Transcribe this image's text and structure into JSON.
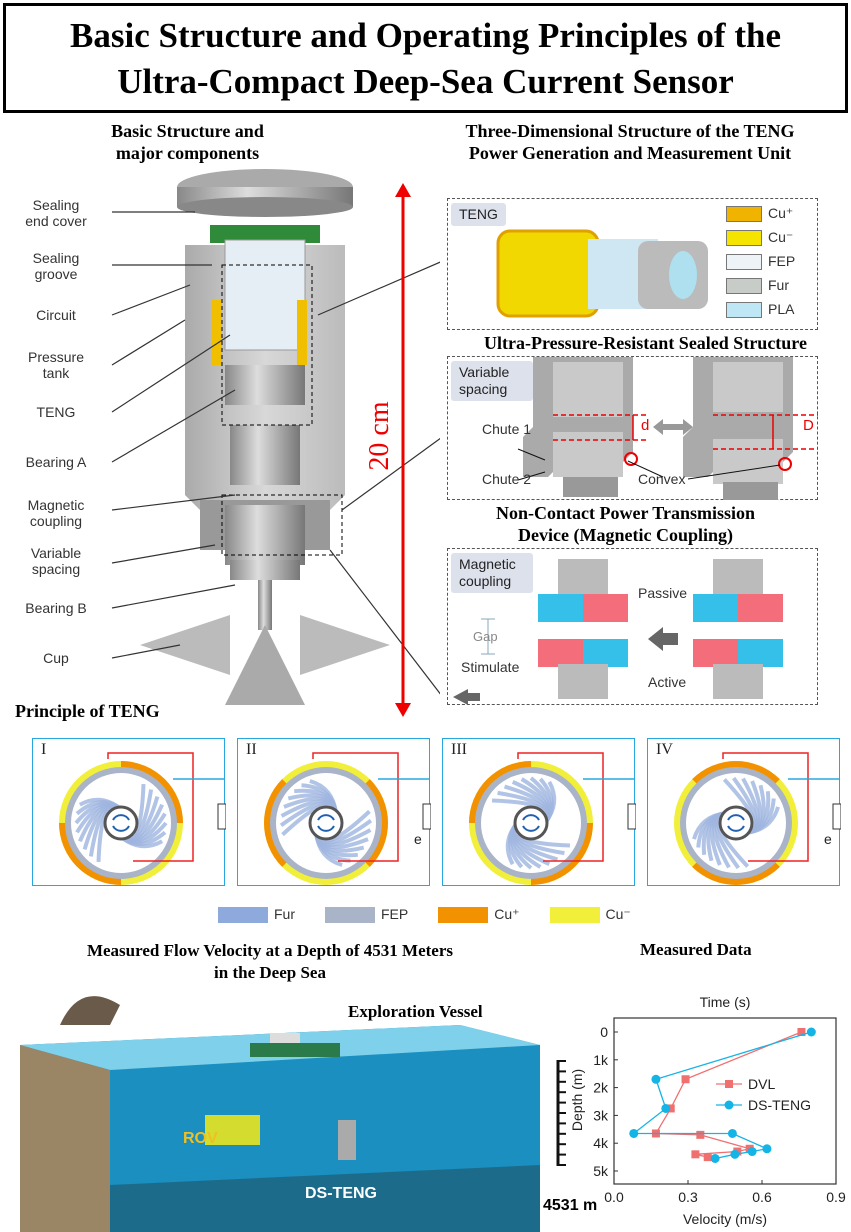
{
  "title": {
    "line1": "Basic Structure and Operating Principles of the",
    "line2": "Ultra-Compact Deep-Sea Current Sensor"
  },
  "left": {
    "heading1": "Basic Structure and",
    "heading2": "major components",
    "labels": [
      {
        "l1": "Sealing",
        "l2": "end cover"
      },
      {
        "l1": "Sealing",
        "l2": "groove"
      },
      {
        "l1": "Circuit",
        "l2": ""
      },
      {
        "l1": "Pressure",
        "l2": "tank"
      },
      {
        "l1": "TENG",
        "l2": ""
      },
      {
        "l1": "Bearing A",
        "l2": ""
      },
      {
        "l1": "Magnetic",
        "l2": "coupling"
      },
      {
        "l1": "Variable",
        "l2": "spacing"
      },
      {
        "l1": "Bearing B",
        "l2": ""
      },
      {
        "l1": "Cup",
        "l2": ""
      }
    ],
    "scale": "20 cm"
  },
  "right": {
    "heading1": "Three-Dimensional Structure of the TENG",
    "heading2": "Power Generation and Measurement Unit",
    "teng": {
      "tag": "TENG",
      "legend": [
        {
          "label": "Cu⁺",
          "color": "#f0b400"
        },
        {
          "label": "Cu⁻",
          "color": "#f5e400"
        },
        {
          "label": "FEP",
          "color": "#eef3f8"
        },
        {
          "label": "Fur",
          "color": "#c8ccc8"
        },
        {
          "label": "PLA",
          "color": "#bfe6f5"
        }
      ]
    },
    "sealed": {
      "heading": "Ultra-Pressure-Resistant Sealed Structure",
      "tag1": "Variable",
      "tag2": "spacing",
      "chute1": "Chute 1",
      "chute2": "Chute 2",
      "d": "d",
      "D": "D",
      "convex": "Convex"
    },
    "magnetic": {
      "heading1": "Non-Contact Power Transmission",
      "heading2": "Device (Magnetic Coupling)",
      "tag1": "Magnetic",
      "tag2": "coupling",
      "gap": "Gap",
      "passive": "Passive",
      "active": "Active",
      "stimulate": "Stimulate"
    }
  },
  "principle": {
    "heading": "Principle of TENG",
    "panels": [
      "I",
      "II",
      "III",
      "IV"
    ],
    "current": "e",
    "legend": [
      {
        "label": "Fur",
        "color": "#8eaadc"
      },
      {
        "label": "FEP",
        "color": "#a9b4c8"
      },
      {
        "label": "Cu⁺",
        "color": "#f39200"
      },
      {
        "label": "Cu⁻",
        "color": "#f2ef3a"
      }
    ]
  },
  "field": {
    "heading1": "Measured Flow Velocity at a Depth of 4531 Meters",
    "heading2": "in the Deep Sea",
    "vessel": "Exploration Vessel",
    "rov": "ROV",
    "dsteng": "DS-TENG",
    "depth": "4531 m"
  },
  "measured_heading": "Measured Data",
  "chart_data": {
    "type": "line",
    "title": "Time (s)",
    "xlabel": "Velocity (m/s)",
    "ylabel": "Depth (m)",
    "xlim": [
      0,
      0.9
    ],
    "ylim": [
      5500,
      -500
    ],
    "xticks": [
      "0.0",
      "0.3",
      "0.6",
      "0.9"
    ],
    "xtick_values": [
      0,
      0.3,
      0.6,
      0.9
    ],
    "yticks": [
      "0",
      "1k",
      "2k",
      "3k",
      "4k",
      "5k"
    ],
    "ytick_values": [
      0,
      1000,
      2000,
      3000,
      4000,
      5000
    ],
    "legend_position": "right",
    "series": [
      {
        "name": "DVL",
        "color": "#f07070",
        "marker": "square",
        "points": [
          [
            0.76,
            0
          ],
          [
            0.29,
            1700
          ],
          [
            0.23,
            2750
          ],
          [
            0.17,
            3650
          ],
          [
            0.35,
            3700
          ],
          [
            0.55,
            4200
          ],
          [
            0.5,
            4300
          ],
          [
            0.33,
            4400
          ],
          [
            0.38,
            4500
          ]
        ]
      },
      {
        "name": "DS-TENG",
        "color": "#14b4e6",
        "marker": "circle",
        "points": [
          [
            0.8,
            0
          ],
          [
            0.17,
            1700
          ],
          [
            0.21,
            2750
          ],
          [
            0.08,
            3650
          ],
          [
            0.48,
            3650
          ],
          [
            0.62,
            4200
          ],
          [
            0.56,
            4300
          ],
          [
            0.49,
            4400
          ],
          [
            0.41,
            4550
          ]
        ]
      }
    ]
  }
}
